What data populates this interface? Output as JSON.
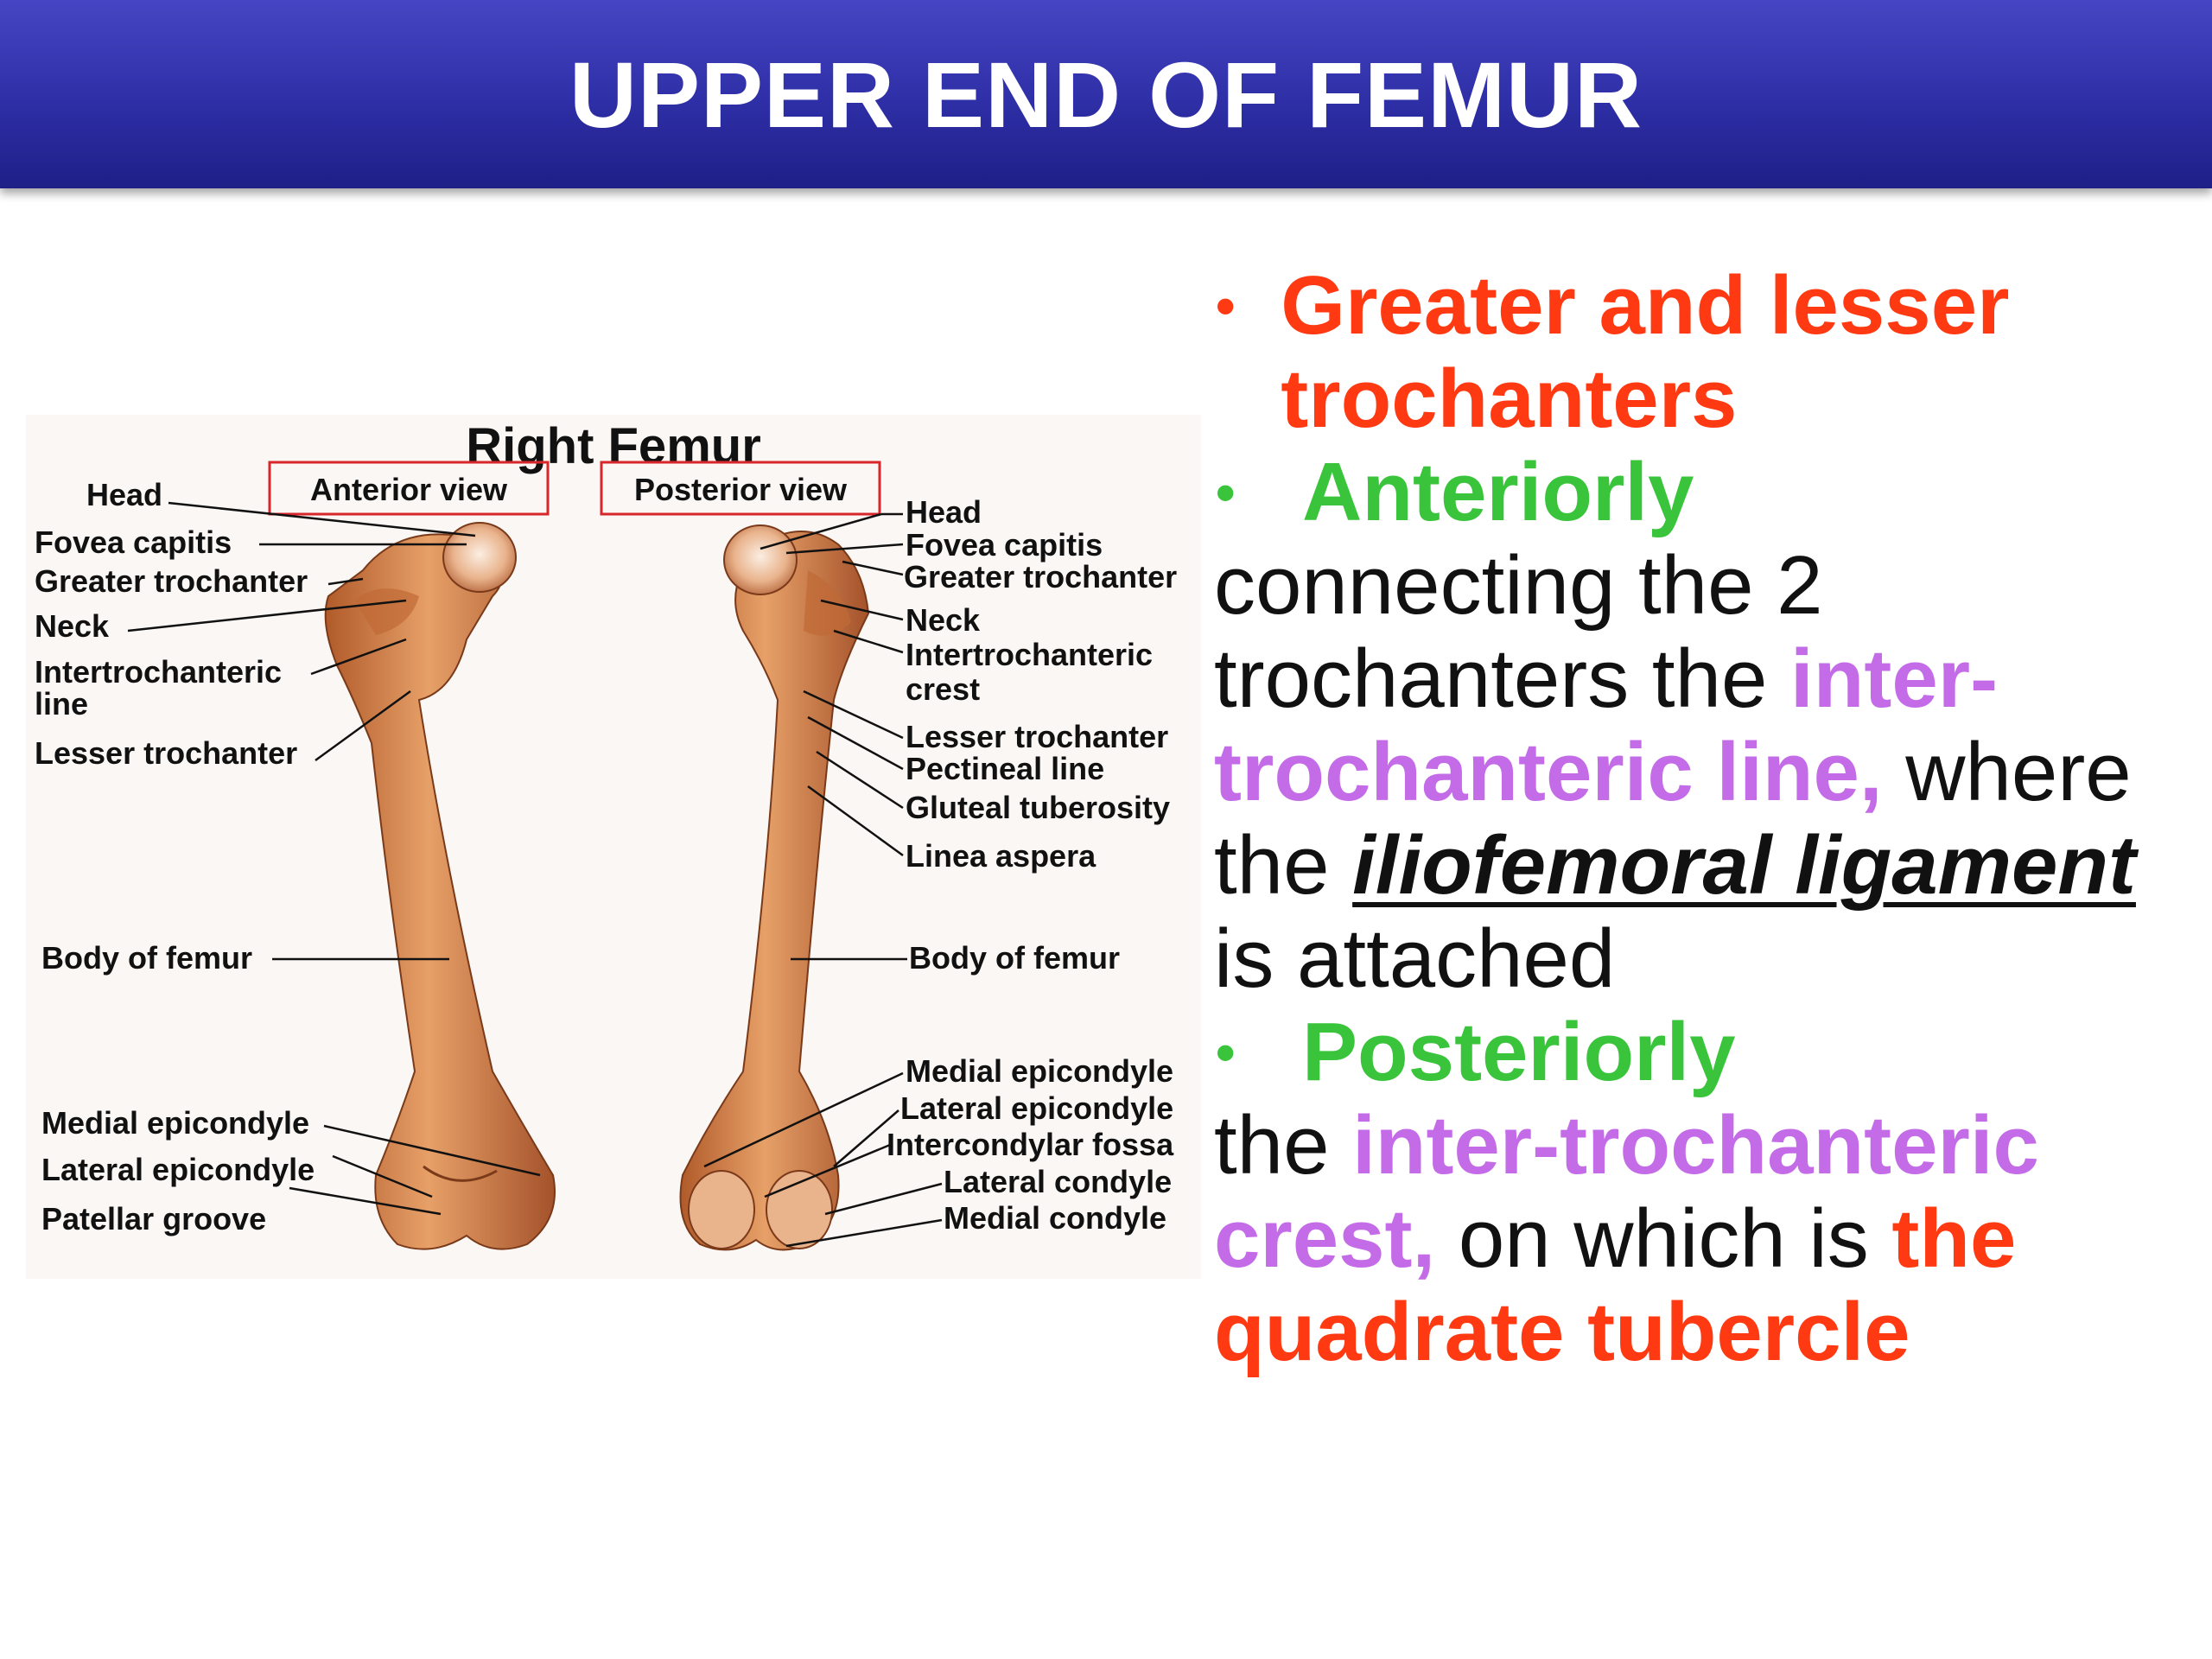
{
  "slide": {
    "title": "UPPER END OF FEMUR"
  },
  "figure": {
    "title": "Right Femur",
    "anterior_view_label": "Anterior view",
    "posterior_view_label": "Posterior view",
    "anterior_labels": {
      "head": "Head",
      "fovea_capitis": "Fovea capitis",
      "greater_trochanter": "Greater trochanter",
      "neck": "Neck",
      "intertrochanteric_line_1": "Intertrochanteric",
      "intertrochanteric_line_2": "line",
      "lesser_trochanter": "Lesser trochanter",
      "body_of_femur": "Body of femur",
      "medial_epicondyle": "Medial epicondyle",
      "lateral_epicondyle": "Lateral epicondyle",
      "patellar_groove": "Patellar groove"
    },
    "posterior_labels": {
      "head": "Head",
      "fovea_capitis": "Fovea capitis",
      "greater_trochanter": "Greater trochanter",
      "neck": "Neck",
      "intertrochanteric_crest_1": "Intertrochanteric",
      "intertrochanteric_crest_2": "crest",
      "lesser_trochanter": "Lesser trochanter",
      "pectineal_line": "Pectineal line",
      "gluteal_tuberosity": "Gluteal tuberosity",
      "linea_aspera": "Linea aspera",
      "body_of_femur": "Body of femur",
      "medial_epicondyle": "Medial epicondyle",
      "lateral_epicondyle": "Lateral epicondyle",
      "intercondylar_fossa": "Intercondylar fossa",
      "lateral_condyle": "Lateral condyle",
      "medial_condyle": "Medial condyle"
    }
  },
  "content": {
    "bullet1": "Greater and lesser trochanters",
    "bullet2": "Anteriorly",
    "para1": {
      "part1": "connecting the 2 trochanters the ",
      "highlight1": "inter-trochanteric line,",
      "part2": " where the ",
      "emphasis": "iliofemoral ligament",
      "part3": " is attached"
    },
    "bullet3": "Posteriorly",
    "para2": {
      "part1": "the ",
      "highlight1": "inter-trochanteric crest,",
      "part2": " on which is ",
      "highlight2": "the quadrate tubercle"
    }
  },
  "colors": {
    "title_bar": "#2e2ea6",
    "red": "#ff3a12",
    "green": "#39c43b",
    "violet": "#c46be8",
    "bone": "#d98a4e"
  },
  "icons": {
    "bullet": "bullet-dot"
  }
}
